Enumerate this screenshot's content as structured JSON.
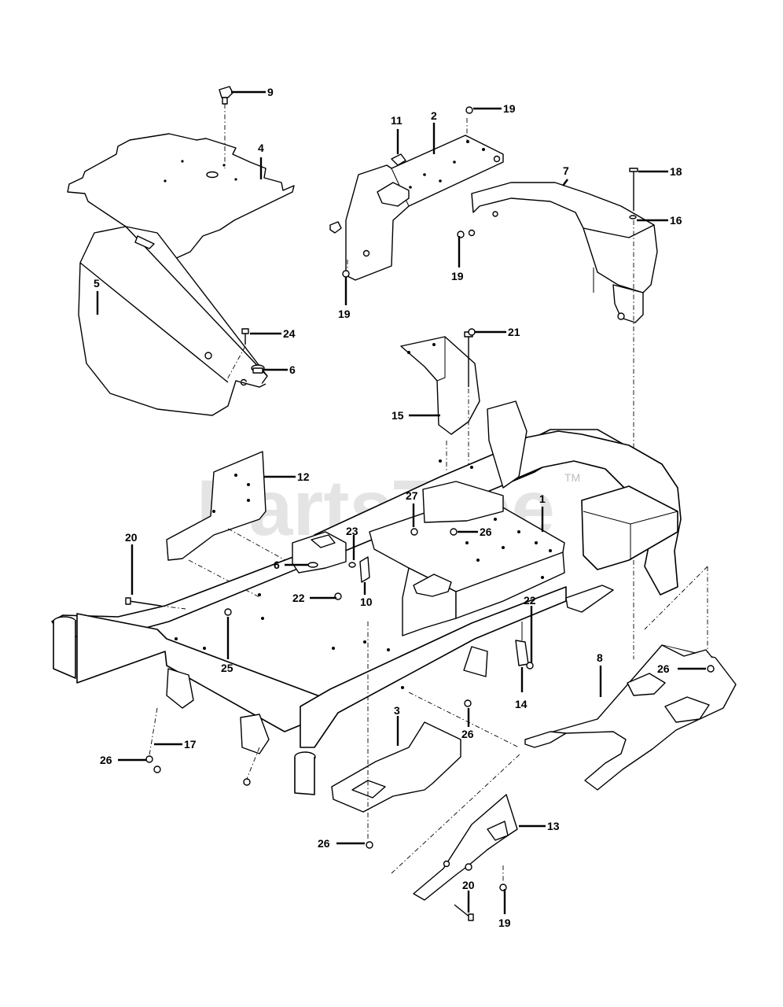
{
  "watermark": {
    "text": "PartsTree",
    "trademark": "TM"
  },
  "callouts": [
    {
      "id": "c9",
      "label": "9"
    },
    {
      "id": "c4",
      "label": "4"
    },
    {
      "id": "c11",
      "label": "11"
    },
    {
      "id": "c2",
      "label": "2"
    },
    {
      "id": "c19a",
      "label": "19"
    },
    {
      "id": "c7",
      "label": "7"
    },
    {
      "id": "c18",
      "label": "18"
    },
    {
      "id": "c16",
      "label": "16"
    },
    {
      "id": "c19b",
      "label": "19"
    },
    {
      "id": "c19c",
      "label": "19"
    },
    {
      "id": "c5",
      "label": "5"
    },
    {
      "id": "c24",
      "label": "24"
    },
    {
      "id": "c6a",
      "label": "6"
    },
    {
      "id": "c21",
      "label": "21"
    },
    {
      "id": "c15",
      "label": "15"
    },
    {
      "id": "c12",
      "label": "12"
    },
    {
      "id": "c27",
      "label": "27"
    },
    {
      "id": "c1",
      "label": "1"
    },
    {
      "id": "c26a",
      "label": "26"
    },
    {
      "id": "c23",
      "label": "23"
    },
    {
      "id": "c20a",
      "label": "20"
    },
    {
      "id": "c6b",
      "label": "6"
    },
    {
      "id": "c10",
      "label": "10"
    },
    {
      "id": "c22a",
      "label": "22"
    },
    {
      "id": "c25",
      "label": "25"
    },
    {
      "id": "c22b",
      "label": "22"
    },
    {
      "id": "c8",
      "label": "8"
    },
    {
      "id": "c26b",
      "label": "26"
    },
    {
      "id": "c14",
      "label": "14"
    },
    {
      "id": "c3",
      "label": "3"
    },
    {
      "id": "c26c",
      "label": "26"
    },
    {
      "id": "c17",
      "label": "17"
    },
    {
      "id": "c26d",
      "label": "26"
    },
    {
      "id": "c26e",
      "label": "26"
    },
    {
      "id": "c13",
      "label": "13"
    },
    {
      "id": "c20b",
      "label": "20"
    },
    {
      "id": "c19d",
      "label": "19"
    }
  ]
}
